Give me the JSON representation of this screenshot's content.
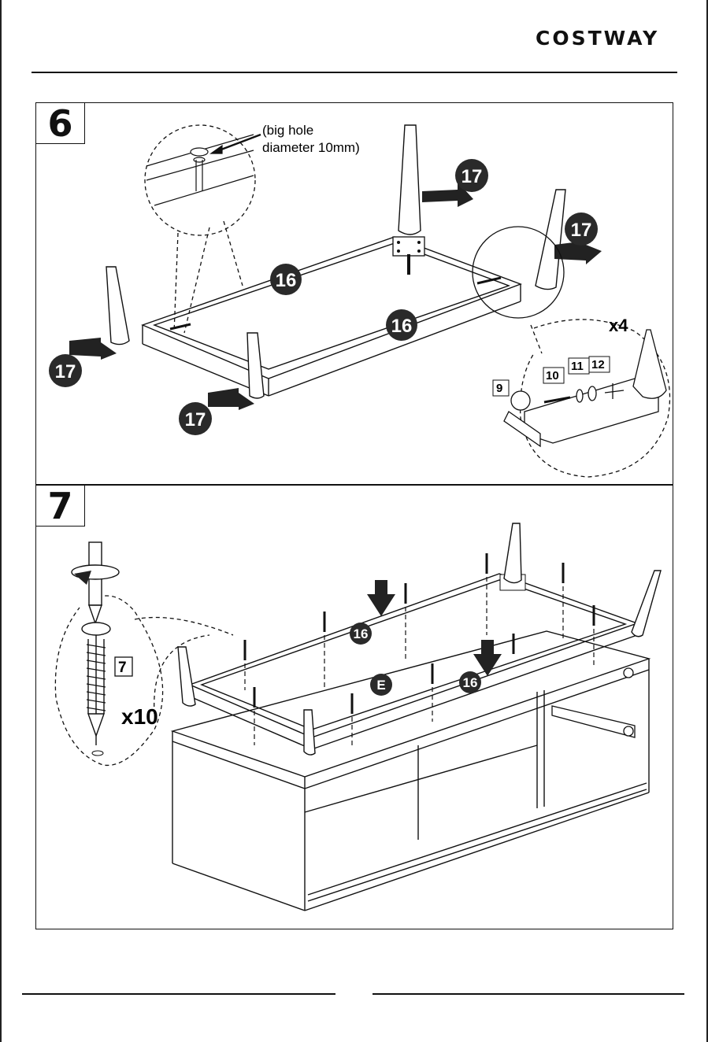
{
  "header": {
    "brand": "COSTWAY"
  },
  "step6": {
    "number": "6",
    "note_line1": "(big hole",
    "note_line2": "diameter 10mm)",
    "multiplier": "x4",
    "parts": {
      "rail": "16",
      "leg": "17",
      "wrench": "9",
      "bolt": "10",
      "washer_a": "11",
      "washer_b": "12"
    }
  },
  "step7": {
    "number": "7",
    "multiplier": "x10",
    "parts": {
      "screw": "7",
      "rail": "16",
      "panel": "E"
    }
  }
}
